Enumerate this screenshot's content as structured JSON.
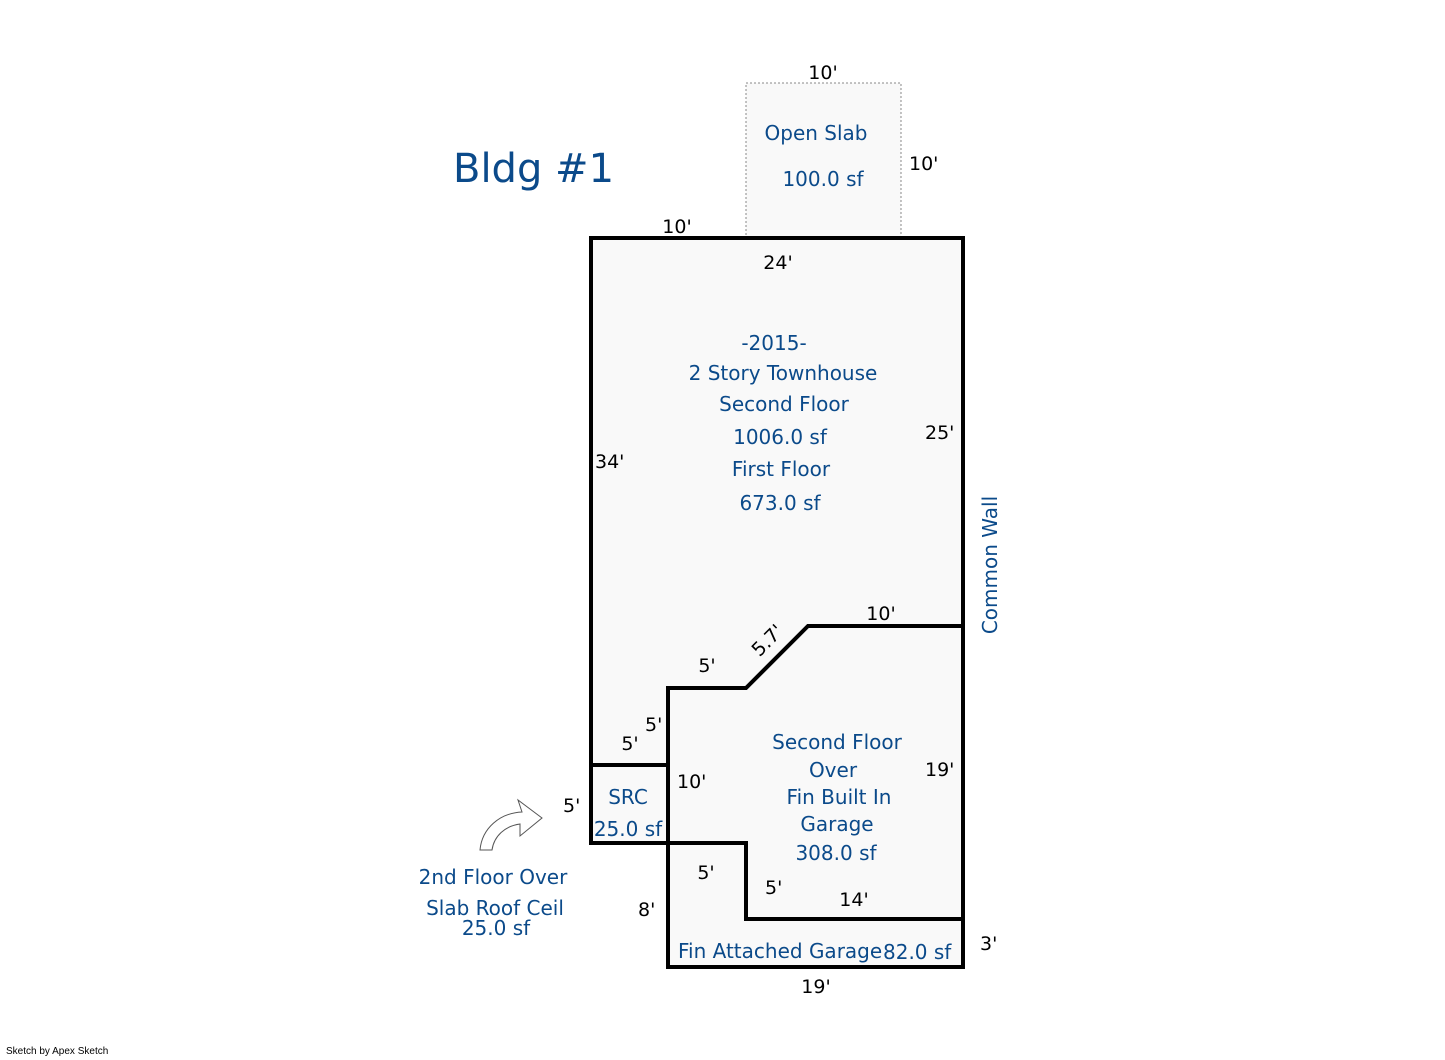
{
  "title": "Bldg #1",
  "footer": "Sketch by Apex Sketch",
  "colors": {
    "label": "#0b4a8a",
    "wall": "#000000",
    "fill": "#f9f9f9",
    "slab_border": "#888888"
  },
  "open_slab": {
    "name": "Open Slab",
    "area": "100.0 sf",
    "dim_top": "10'",
    "dim_right": "10'"
  },
  "main": {
    "year": "-2015-",
    "type": "2 Story Townhouse",
    "second_floor": "Second Floor",
    "second_area": "1006.0 sf",
    "first_floor": "First Floor",
    "first_area": "673.0 sf"
  },
  "garage_over": {
    "line1": "Second Floor",
    "line2": "Over",
    "line3": "Fin Built In",
    "line4": "Garage",
    "area": "308.0 sf"
  },
  "src": {
    "name": "SRC",
    "area": "25.0 sf"
  },
  "attached_garage": {
    "name": "Fin Attached Garage",
    "area": "82.0 sf"
  },
  "callout": {
    "line1": "2nd Floor Over",
    "line2": "Slab Roof Ceil",
    "area": "25.0 sf"
  },
  "common_wall": "Common Wall",
  "dims": {
    "top_left": "10'",
    "top": "24'",
    "left": "34'",
    "right_upper": "25'",
    "notch_top": "10'",
    "diagonal": "5.7'",
    "step_horizontal": "5'",
    "step_vertical": "5'",
    "src_top": "5'",
    "src_left": "5'",
    "src_right": "10'",
    "right_lower": "19'",
    "garage_step_top": "5'",
    "garage_step_vertical": "5'",
    "garage_left": "8'",
    "garage_inner": "14'",
    "garage_right": "3'",
    "bottom": "19'"
  }
}
